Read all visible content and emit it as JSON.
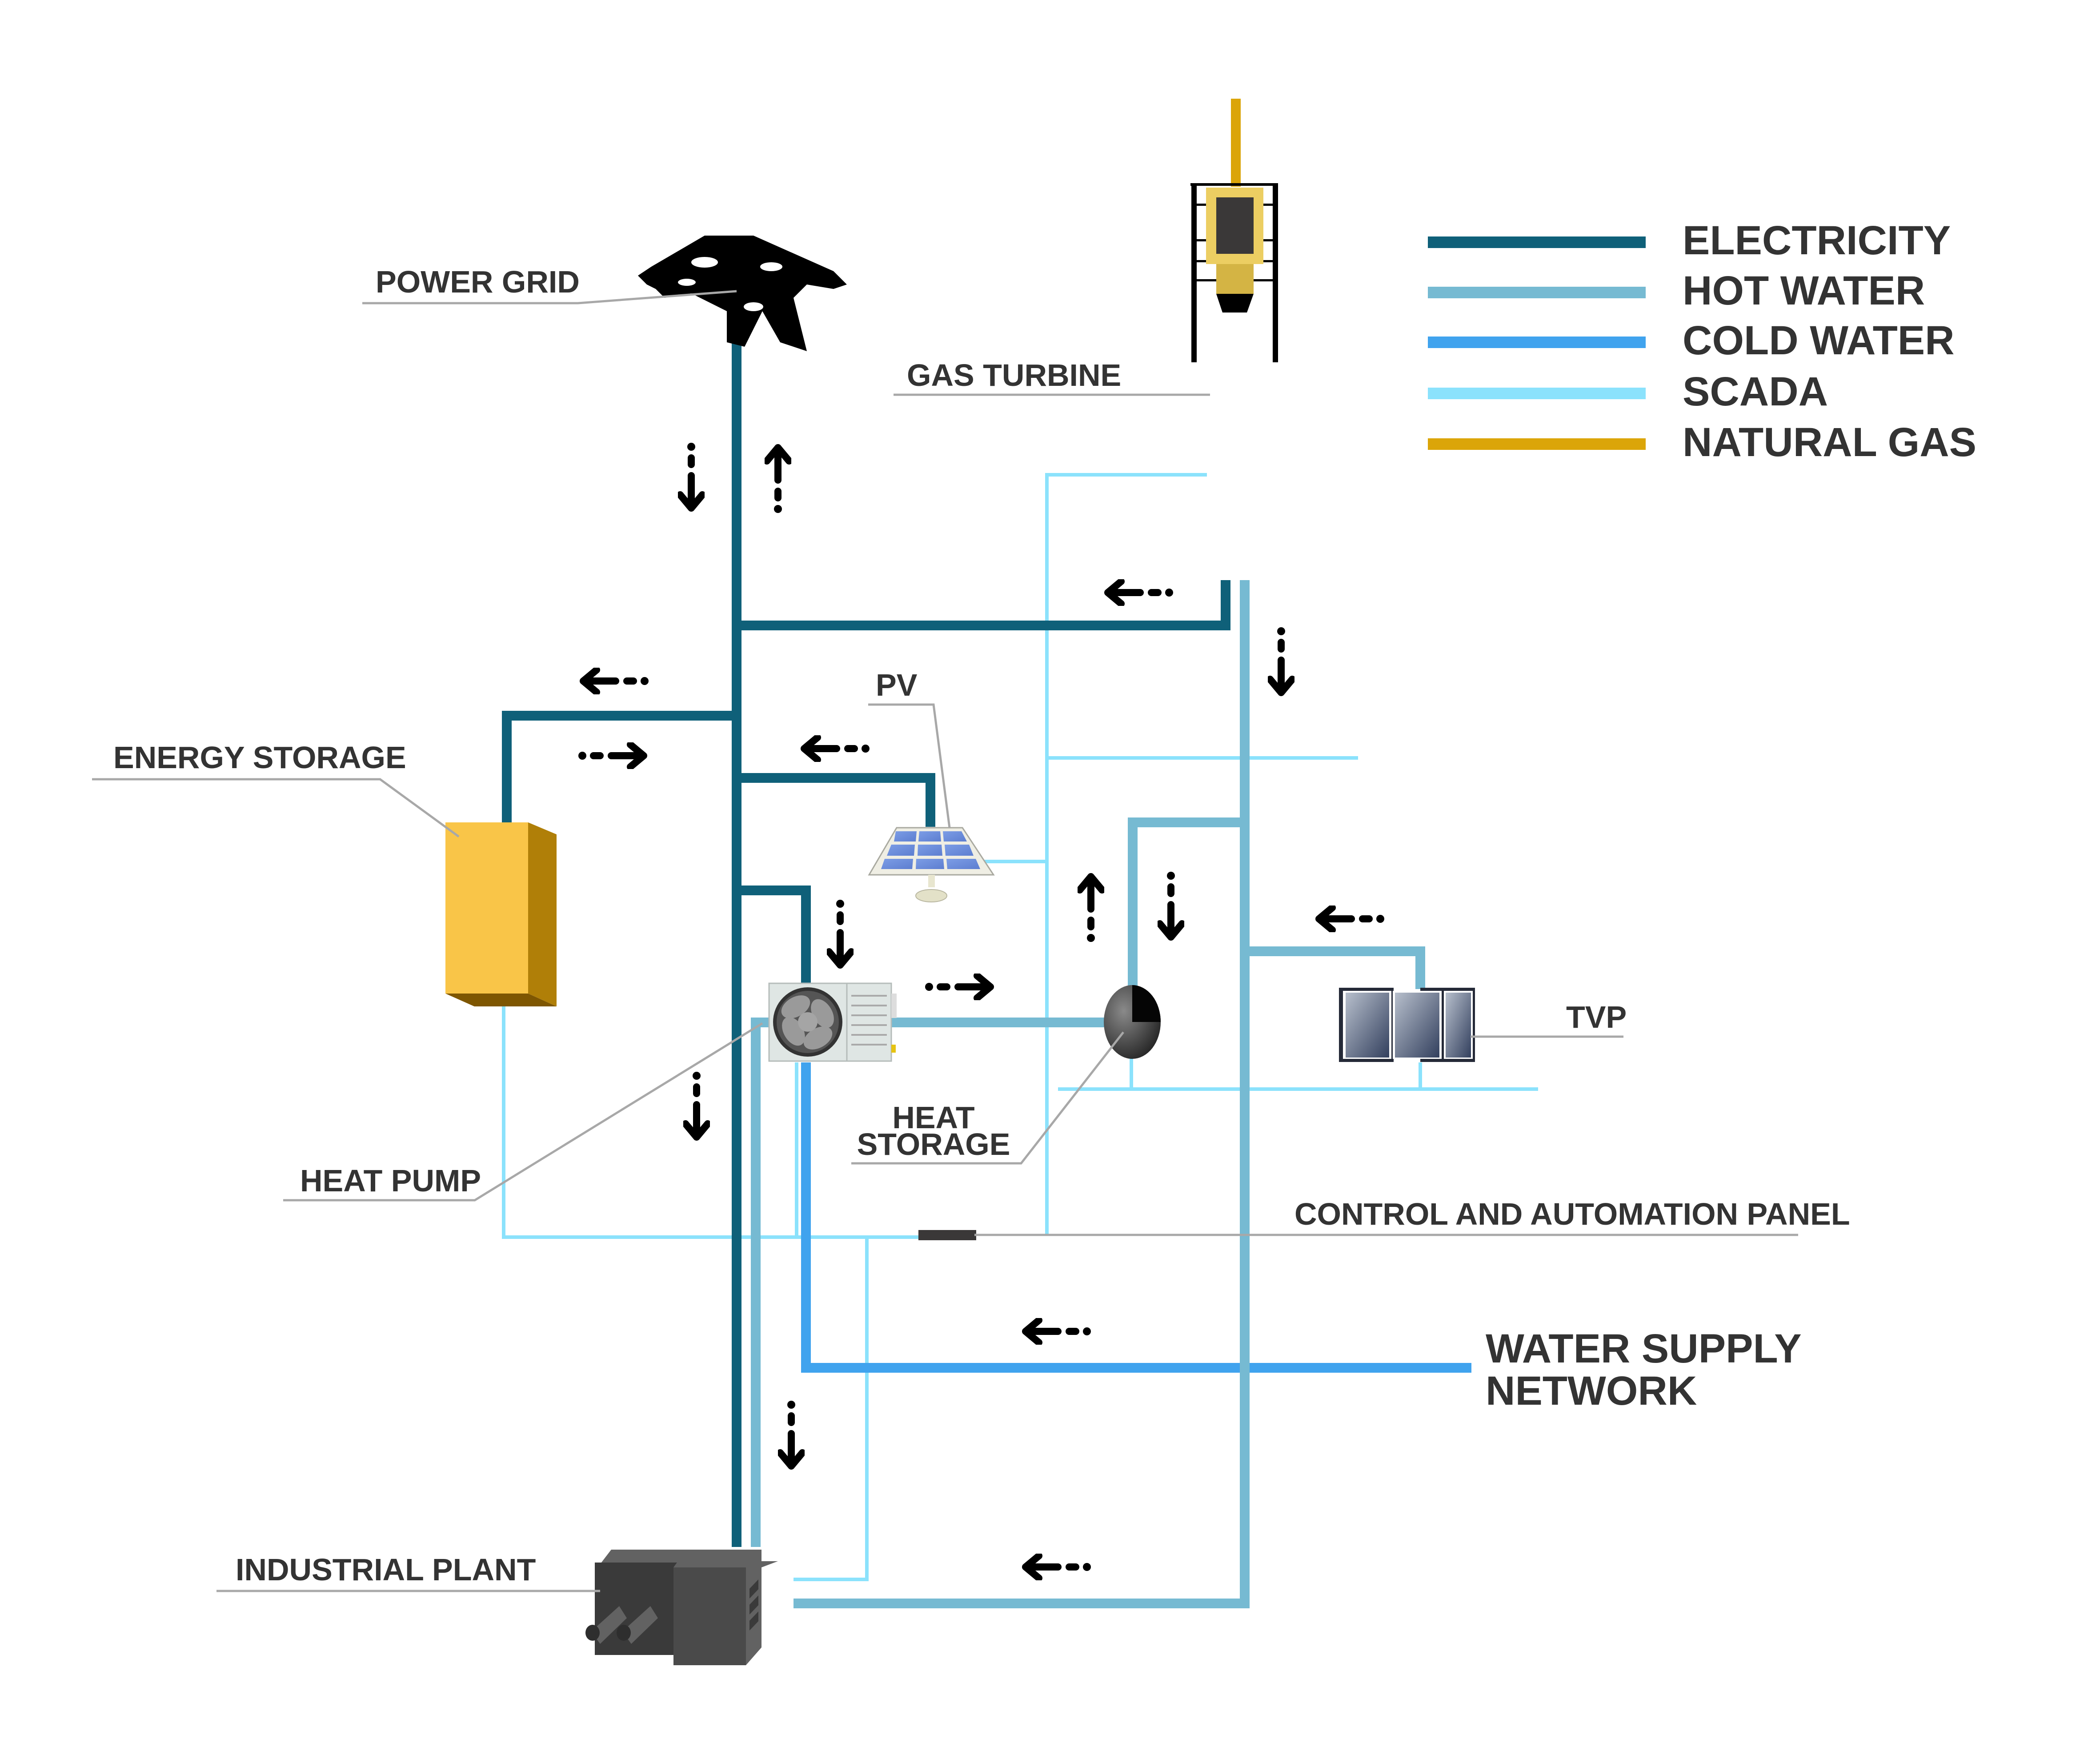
{
  "title": "Energy system diagram",
  "colors": {
    "electricity": "#0f6079",
    "hot_water": "#76bad2",
    "cold_water": "#40a3ee",
    "scada": "#8be2fc",
    "natural_gas": "#dba509",
    "leader": "#a8a8a8",
    "text": "#333333",
    "arrow": "#000000"
  },
  "legend": {
    "position": "top-right",
    "items": [
      {
        "key": "electricity",
        "label": "ELECTRICITY"
      },
      {
        "key": "hot_water",
        "label": "HOT WATER"
      },
      {
        "key": "cold_water",
        "label": "COLD WATER"
      },
      {
        "key": "scada",
        "label": "SCADA"
      },
      {
        "key": "natural_gas",
        "label": "NATURAL GAS"
      }
    ]
  },
  "components": {
    "power_grid": {
      "label": "POWER GRID",
      "icon": "transmission-tower-icon"
    },
    "gas_turbine": {
      "label": "GAS TURBINE",
      "icon": "gas-turbine-icon"
    },
    "energy_storage": {
      "label": "ENERGY STORAGE",
      "icon": "battery-box-icon"
    },
    "pv": {
      "label": "PV",
      "icon": "solar-panel-icon"
    },
    "heat_pump": {
      "label": "HEAT PUMP",
      "icon": "heat-pump-fan-icon"
    },
    "heat_storage": {
      "label_line1": "HEAT",
      "label_line2": "STORAGE",
      "icon": "heat-storage-tank-icon"
    },
    "tvp": {
      "label": "TVP",
      "icon": "thermal-pv-panel-icon"
    },
    "control_panel": {
      "label": "CONTROL AND AUTOMATION PANEL",
      "icon": "control-panel-bar-icon"
    },
    "water_supply": {
      "label_line1": "WATER SUPPLY",
      "label_line2": "NETWORK"
    },
    "industrial_plant": {
      "label": "INDUSTRIAL PLANT",
      "icon": "factory-icon"
    }
  },
  "flow_arrows": [
    {
      "id": "grid-import",
      "direction": "down",
      "medium": "electricity"
    },
    {
      "id": "grid-export",
      "direction": "up",
      "medium": "electricity"
    },
    {
      "id": "turbine-to-bus",
      "direction": "left",
      "medium": "electricity"
    },
    {
      "id": "turbine-hot-water",
      "direction": "down",
      "medium": "hot_water"
    },
    {
      "id": "storage-charge",
      "direction": "left",
      "medium": "electricity"
    },
    {
      "id": "storage-discharge",
      "direction": "right",
      "medium": "electricity"
    },
    {
      "id": "pv-to-bus",
      "direction": "left",
      "medium": "electricity"
    },
    {
      "id": "bus-to-heatpump",
      "direction": "down",
      "medium": "electricity"
    },
    {
      "id": "heatpump-to-storage",
      "direction": "right",
      "medium": "hot_water"
    },
    {
      "id": "heat-storage-up",
      "direction": "up",
      "medium": "hot_water"
    },
    {
      "id": "heat-storage-down",
      "direction": "down",
      "medium": "hot_water"
    },
    {
      "id": "tvp-to-main",
      "direction": "left",
      "medium": "hot_water"
    },
    {
      "id": "bus-to-plant",
      "direction": "down",
      "medium": "electricity"
    },
    {
      "id": "water-supply-in",
      "direction": "left",
      "medium": "cold_water"
    },
    {
      "id": "hot-water-to-plant",
      "direction": "down",
      "medium": "hot_water"
    },
    {
      "id": "hot-return-to-plant",
      "direction": "left",
      "medium": "hot_water"
    }
  ]
}
